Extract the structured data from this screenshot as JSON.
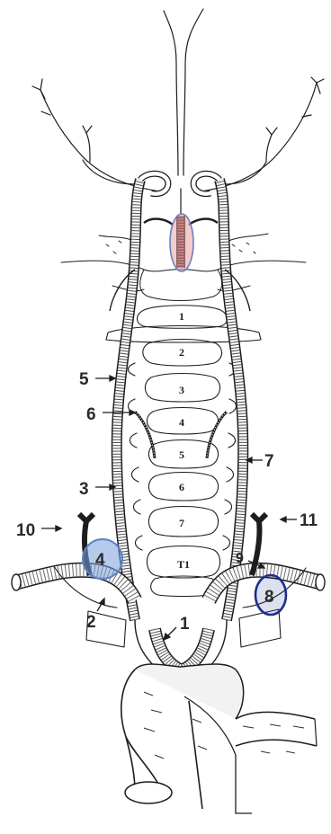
{
  "figure": {
    "labels": [
      "1",
      "2",
      "3",
      "4",
      "5",
      "6",
      "7",
      "8",
      "9",
      "10",
      "11"
    ],
    "vertebra_labels": [
      "1",
      "2",
      "3",
      "4",
      "5",
      "6",
      "7",
      "T1"
    ],
    "highlights": {
      "basilar": "#e8a0a0",
      "left_subclavian_circle": "#7aa0dd",
      "right_subclavian_circle": "#1e2f8a"
    }
  }
}
